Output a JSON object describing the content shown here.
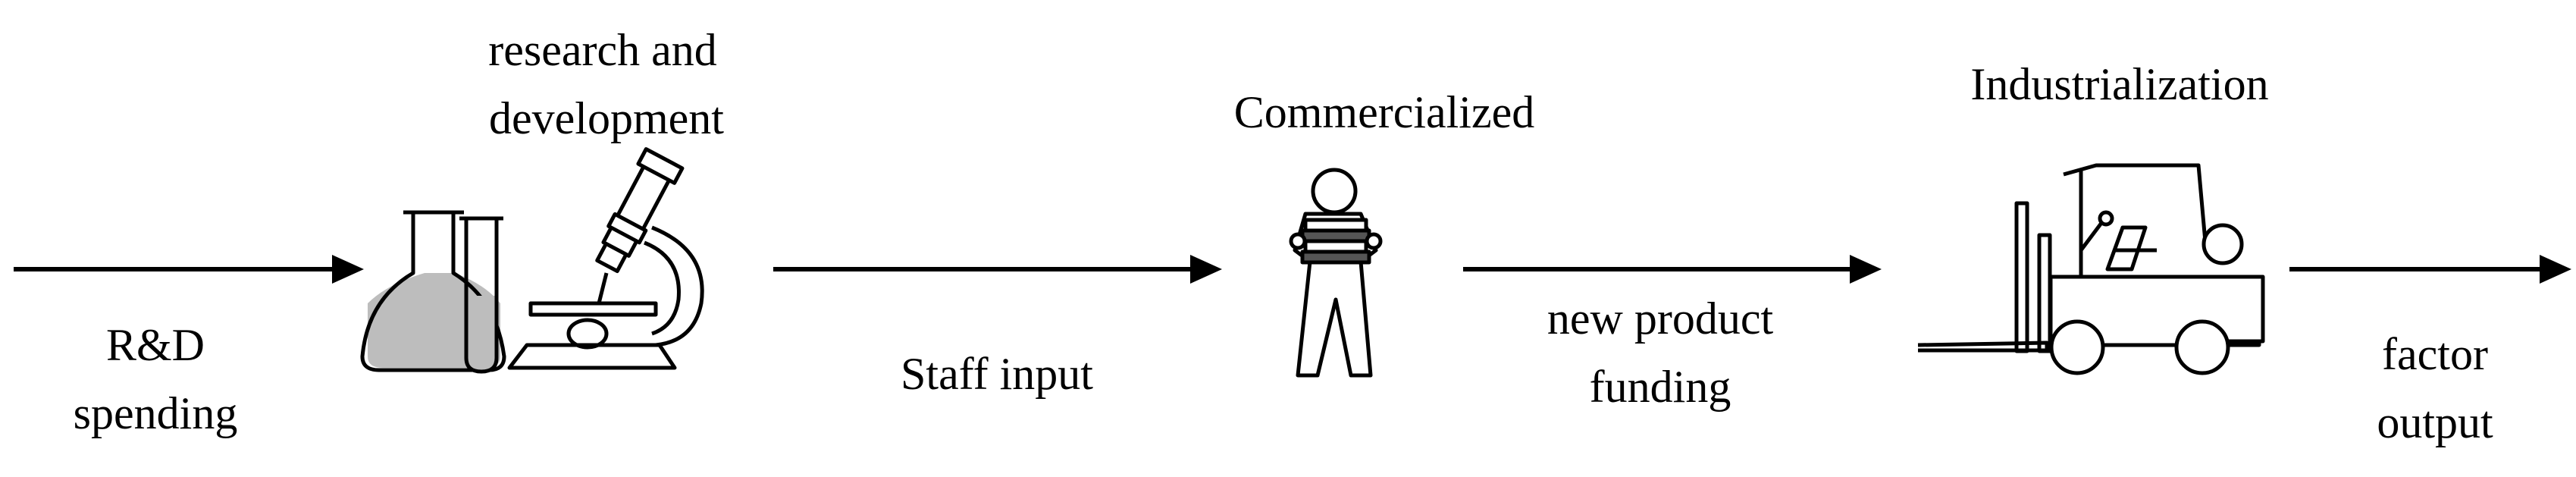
{
  "stages": {
    "research": {
      "line1": "research and",
      "line2": "development",
      "icon": "lab-flask-microscope"
    },
    "commercialized": {
      "label": "Commercialized",
      "icon": "person-carrying-books"
    },
    "industrialization": {
      "label": "Industrialization",
      "icon": "forklift"
    }
  },
  "flows": {
    "rd_spending": {
      "line1": "R&D",
      "line2": "spending"
    },
    "staff_input": {
      "label": "Staff input"
    },
    "new_product_funding": {
      "line1": "new product",
      "line2": "funding"
    },
    "factor_output": {
      "line1": "factor",
      "line2": "output"
    }
  }
}
